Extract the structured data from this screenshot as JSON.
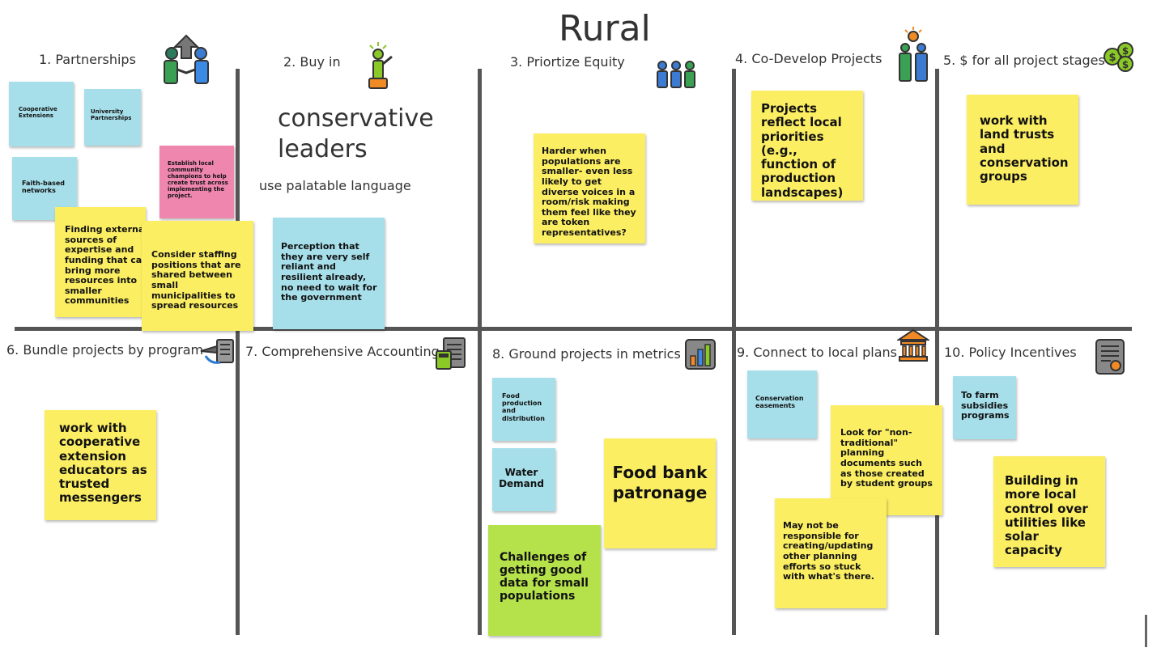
{
  "title": "Rural",
  "headers": {
    "h1": "1. Partnerships",
    "h2": "2. Buy in",
    "h3": "3. Priortize Equity",
    "h4": "4. Co-Develop Projects",
    "h5": "5. $ for all project stages",
    "h6": "6. Bundle projects by program",
    "h7": "7. Comprehensive Accounting",
    "h8": "8. Ground projects in metrics",
    "h9": "9. Connect to local plans",
    "h10": "10. Policy Incentives"
  },
  "text": {
    "conservative_leaders": "conservative leaders",
    "palatable_language": "use palatable language"
  },
  "notes": {
    "cooperative_extensions": "Cooperative Extensions",
    "university_partnerships": "University Partnerships",
    "faith_based": "Faith-based networks",
    "local_champions": "Establish local community champions to help create trust across implementing the project.",
    "external_sources": "Finding external sources of expertise and funding that can bring more resources into smaller communities",
    "staffing_positions": "Consider staffing positions that are shared between small municipalities to spread resources",
    "self_reliant": "Perception that they are very self reliant and resilient already, no need to wait for the government",
    "harder_smaller": "Harder when populations are smaller- even less likely to get diverse voices in a room/risk making them feel like they are token representatives?",
    "local_priorities": "Projects reflect local priorities (e.g., function of production landscapes)",
    "land_trusts": "work with land trusts and conservation groups",
    "extension_educators": "work with cooperative extension educators as trusted messengers",
    "food_production": "Food production and distribution",
    "water_demand": "Water Demand",
    "food_bank": "Food bank patronage",
    "challenges_data": "Challenges of getting good data for small populations",
    "conservation_easements": "Conservation easements",
    "non_traditional": "Look for \"non-traditional\" planning documents such as those created by student groups",
    "not_responsible": "May not be responsible for creating/updating other planning efforts so stuck with what's there.",
    "farm_subsidies": "To farm subsidies programs",
    "solar_capacity": "Building in more local control over utilities like solar capacity"
  },
  "icons": [
    "handshake-icon",
    "leader-icon",
    "people-group-icon",
    "lightbulb-people-icon",
    "money-coins-icon",
    "paint-roller-icon",
    "calculator-icon",
    "bar-chart-icon",
    "government-building-icon",
    "policy-document-icon"
  ]
}
